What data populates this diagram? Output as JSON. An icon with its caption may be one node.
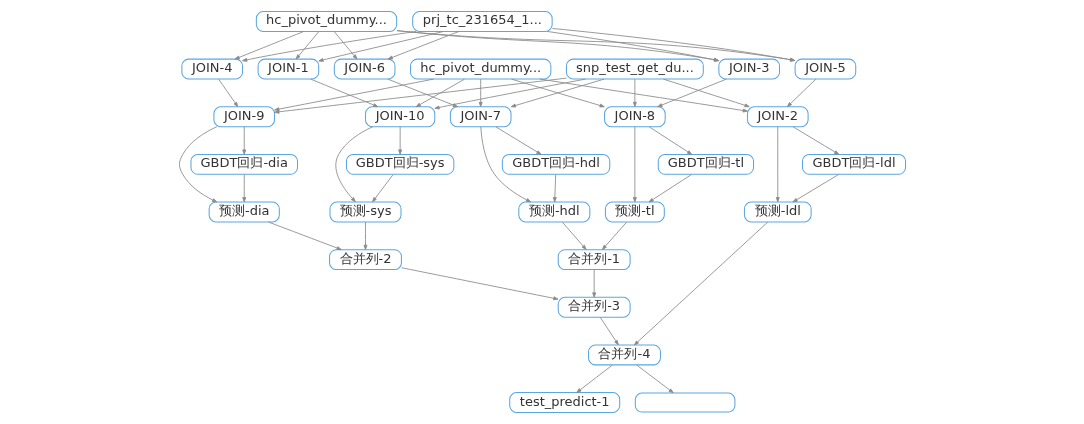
{
  "diagram": {
    "nodes": [
      {
        "text": [
          "hc_pivot_dummy..."
        ]
      },
      {
        "text": [
          "prj_tc_231654_1..."
        ]
      },
      {
        "text": [
          "hc_pivot_dummy..."
        ]
      },
      {
        "text": [
          "JOIN-1"
        ]
      },
      {
        "text": [
          "JOIN-4"
        ]
      },
      {
        "text": [
          "JOIN-3"
        ]
      },
      {
        "text": [
          "JOIN-6"
        ]
      },
      {
        "text": [
          "JOIN-5"
        ]
      },
      {
        "text": [
          "snp_test_get_du..."
        ]
      },
      {
        "text": [
          "JOIN-10"
        ]
      },
      {
        "text": [
          "JOIN-9"
        ]
      },
      {
        "text": [
          "JOIN-8"
        ]
      },
      {
        "text": [
          "JOIN-7"
        ]
      },
      {
        "text": [
          "JOIN-2"
        ]
      },
      {
        "text": [
          "GBDT回归-sys"
        ]
      },
      {
        "text": [
          "GBDT回归-dia"
        ]
      },
      {
        "text": [
          "GBDT回归-tl"
        ]
      },
      {
        "text": [
          "GBDT回归-hdl"
        ]
      },
      {
        "text": [
          "GBDT回归-ldl"
        ]
      },
      {
        "text": [
          "预测-sys"
        ]
      },
      {
        "text": [
          "预测-dia"
        ]
      },
      {
        "text": [
          "预测-tl"
        ]
      },
      {
        "text": [
          "预测-hdl"
        ]
      },
      {
        "text": [
          "预测-ldl"
        ]
      },
      {
        "text": [
          "合并列-2"
        ]
      },
      {
        "text": [
          "合并列-1"
        ]
      },
      {
        "text": [
          "合并列-3"
        ]
      },
      {
        "text": [
          "合并列-4"
        ]
      },
      {
        "text": [
          "test_predict-1"
        ]
      },
      {
        "text": [],
        "shape": "box"
      }
    ],
    "edges": [
      {
        "from": 0,
        "to": 3,
        "arrow": "to"
      },
      {
        "from": 1,
        "to": 3,
        "arrow": "to"
      },
      {
        "from": 0,
        "to": 4,
        "arrow": "to"
      },
      {
        "from": 1,
        "to": 4,
        "arrow": "to"
      },
      {
        "from": 0,
        "to": 5,
        "arrow": "to"
      },
      {
        "from": 1,
        "to": 5,
        "arrow": "to"
      },
      {
        "from": 0,
        "to": 6,
        "arrow": "to"
      },
      {
        "from": 1,
        "to": 6,
        "arrow": "to"
      },
      {
        "from": 0,
        "to": 7,
        "arrow": "to"
      },
      {
        "from": 1,
        "to": 7,
        "arrow": "to"
      },
      {
        "from": 3,
        "to": 9,
        "arrow": "to"
      },
      {
        "from": 2,
        "to": 9,
        "arrow": "to"
      },
      {
        "from": 8,
        "to": 9,
        "arrow": "to"
      },
      {
        "from": 4,
        "to": 10,
        "arrow": "to"
      },
      {
        "from": 2,
        "to": 10,
        "arrow": "to"
      },
      {
        "from": 8,
        "to": 10,
        "arrow": "to"
      },
      {
        "from": 5,
        "to": 11,
        "arrow": "to"
      },
      {
        "from": 2,
        "to": 11,
        "arrow": "to"
      },
      {
        "from": 8,
        "to": 11,
        "arrow": "to"
      },
      {
        "from": 6,
        "to": 12,
        "arrow": "to"
      },
      {
        "from": 2,
        "to": 12,
        "arrow": "to"
      },
      {
        "from": 8,
        "to": 12,
        "arrow": "to"
      },
      {
        "from": 7,
        "to": 13,
        "arrow": "to"
      },
      {
        "from": 2,
        "to": 13,
        "arrow": "to"
      },
      {
        "from": 8,
        "to": 13,
        "arrow": "to"
      },
      {
        "from": 9,
        "to": 14,
        "arrow": "to"
      },
      {
        "from": 10,
        "to": 15,
        "arrow": "to"
      },
      {
        "from": 11,
        "to": 16,
        "arrow": "to"
      },
      {
        "from": 12,
        "to": 17,
        "arrow": "to"
      },
      {
        "from": 13,
        "to": 18,
        "arrow": "to"
      },
      {
        "from": 14,
        "to": 19,
        "arrow": "to"
      },
      {
        "from": 9,
        "to": 19,
        "arrow": "to"
      },
      {
        "from": 15,
        "to": 20,
        "arrow": "to"
      },
      {
        "from": 10,
        "to": 20,
        "arrow": "to"
      },
      {
        "from": 16,
        "to": 21,
        "arrow": "to"
      },
      {
        "from": 11,
        "to": 21,
        "arrow": "to"
      },
      {
        "from": 17,
        "to": 22,
        "arrow": "to"
      },
      {
        "from": 12,
        "to": 22,
        "arrow": "to"
      },
      {
        "from": 18,
        "to": 23,
        "arrow": "to"
      },
      {
        "from": 13,
        "to": 23,
        "arrow": "to"
      },
      {
        "from": 19,
        "to": 24,
        "arrow": "to"
      },
      {
        "from": 20,
        "to": 24,
        "arrow": "to"
      },
      {
        "from": 21,
        "to": 25,
        "arrow": "to"
      },
      {
        "from": 22,
        "to": 25,
        "arrow": "to"
      },
      {
        "from": 24,
        "to": 26,
        "arrow": "to"
      },
      {
        "from": 25,
        "to": 26,
        "arrow": "to"
      },
      {
        "from": 26,
        "to": 27,
        "arrow": "to"
      },
      {
        "from": 23,
        "to": 27,
        "arrow": "to"
      },
      {
        "from": 27,
        "to": 28,
        "arrow": "to"
      },
      {
        "from": 27,
        "to": 29,
        "arrow": "to"
      }
    ]
  }
}
